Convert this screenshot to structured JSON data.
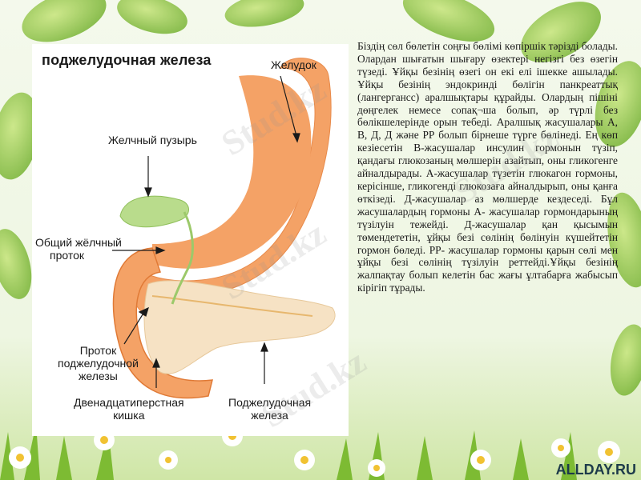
{
  "diagram": {
    "title": "поджелудочная железа",
    "labels": {
      "stomach": "Желудок",
      "gallbladder": "Желчный пузырь",
      "bile_duct_line1": "Общий жёлчный",
      "bile_duct_line2": "проток",
      "pancreatic_duct_line1": "Проток",
      "pancreatic_duct_line2": "поджелудочной",
      "pancreatic_duct_line3": "железы",
      "duodenum_line1": "Двенадцатиперстная",
      "duodenum_line2": "кишка",
      "pancreas_line1": "Поджелудочная",
      "pancreas_line2": "железа"
    },
    "colors": {
      "organ": "#f4a266",
      "organ_dark": "#e07a36",
      "gallbladder": "#b9dc8c",
      "pancreas": "#f6e2c4"
    }
  },
  "body_text": "Біздің сөл бөлетін соңғы бөлімі көпіршік тәрізді болады. Олардан шығатын шығару өзектері негізгі без өзегін түзеді. Ұйқы безінің өзегі он екі елі ішекке ашылады. Ұйқы безінің эндокринді бөлігін панкреаттық (лангергансс) аралшықтары құрайды. Олардың пішіні дөңгелек немесе сопақ¬ша болып, әр түрлі без бөлікшелерінде орын тебеді. Аралшық жасушалары А, В, Д, Д және РР болып бірнеше түрге бөлінеді. Ең көп кезіесетін В-жасушалар инсулин гормонын түзіп, қандағы глюкозаның мөлшерін азайтып, оны гликогенге айналдырады. А-жасушалар түзетін глюкагон гормоны, керісінше, гликогенді глюкозаға айналдырып, оны қанға өткізеді. Д-жасушалар аз мөлшерде кездеседі. Бұл жасушалардың гормоны А- жасушалар гормондарының түзілуін тежейді. Д-жасушалар қан қысымын төмендететін, ұйқы безі сөлінің бөлінуін күшейтетін гормон бөледі. РР- жасушалар гормоны қарын сөлі мен ұйқы безі сөлінің түзілуін реттейді.Ұйқы безінің жалпақтау болып келетін бас жағы ұлтабарға жабысып кірігіп тұрады.",
  "watermarks": [
    "Stud.kz",
    "Stud.kz",
    "Stud.kz",
    "Stud.kz"
  ],
  "logo_text": "ALLDAY.RU"
}
